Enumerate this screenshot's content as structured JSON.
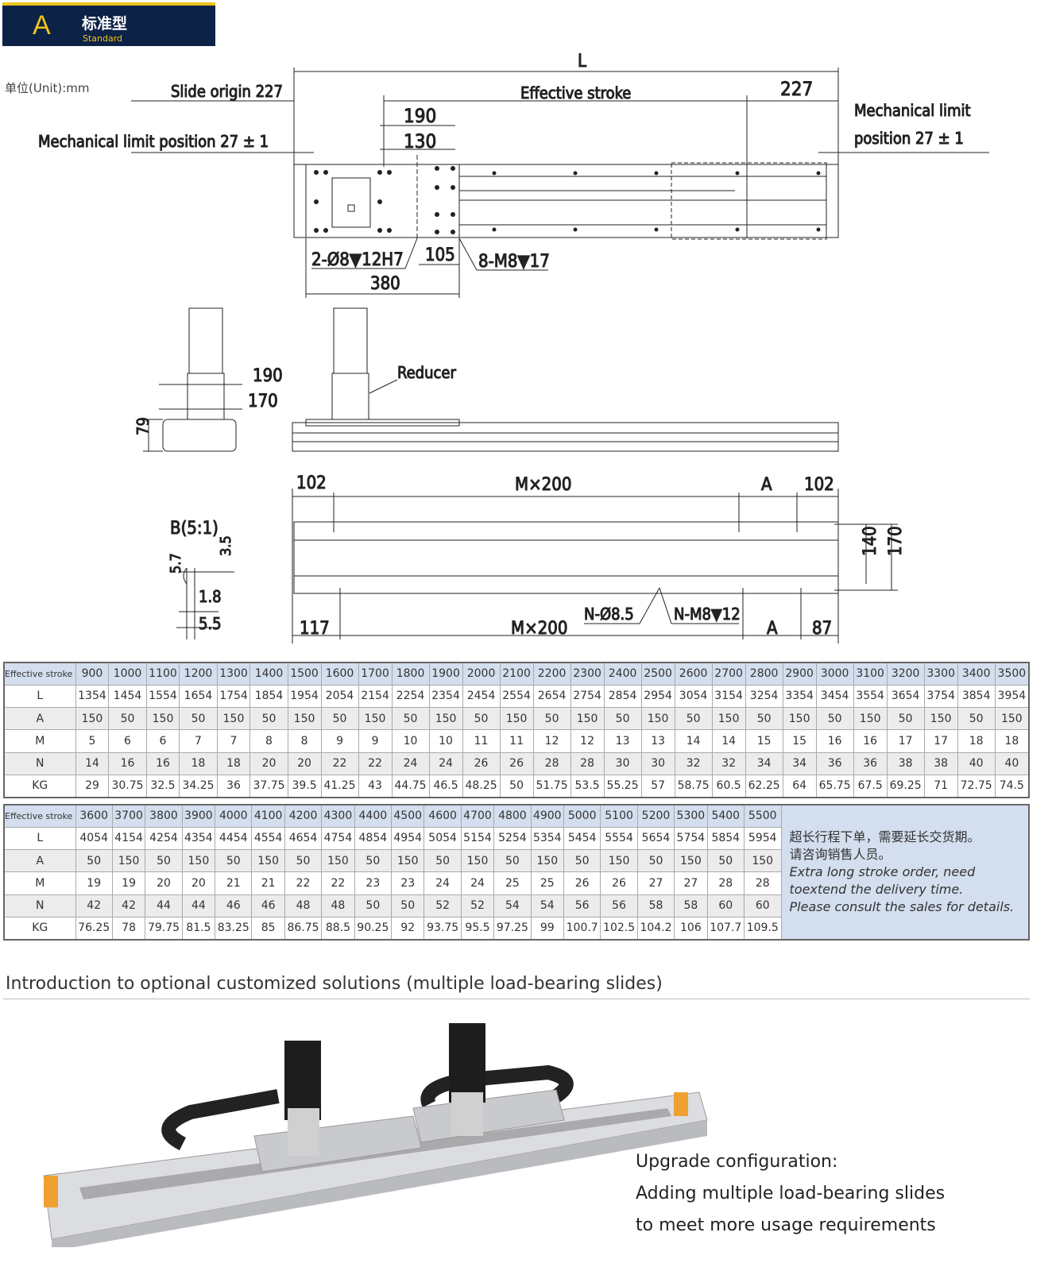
{
  "badge": {
    "letter": "A",
    "title_cn": "标准型",
    "title_en": "Standard"
  },
  "unit": "单位(Unit):mm",
  "drawing": {
    "L": "L",
    "slide_origin": "Slide origin 227",
    "effective_stroke": "Effective stroke",
    "d227": "227",
    "mech_left": "Mechanical limit position 27 ± 1",
    "mech_right_1": "Mechanical limit",
    "mech_right_2": "position 27 ± 1",
    "d190": "190",
    "d130": "130",
    "pin": "2-Ø8▼12H7",
    "d105": "105",
    "thread": "8-M8▼17",
    "d380": "380",
    "side190": "190",
    "side170": "170",
    "side79": "79",
    "reducer": "Reducer",
    "d102a": "102",
    "mx200a": "M×200",
    "A1": "A",
    "d102b": "102",
    "detail": "B(5:1)",
    "d35": "3.5",
    "d57": "5.7",
    "d18": "1.8",
    "d55": "5.5",
    "d140": "140",
    "d170": "170",
    "d117": "117",
    "mx200b": "M×200",
    "hole": "N-Ø8.5",
    "tap": "N-M8▼12",
    "A2": "A",
    "d87": "87"
  },
  "table1": {
    "rows": [
      {
        "label": "Effective stroke",
        "values": [
          "900",
          "1000",
          "1100",
          "1200",
          "1300",
          "1400",
          "1500",
          "1600",
          "1700",
          "1800",
          "1900",
          "2000",
          "2100",
          "2200",
          "2300",
          "2400",
          "2500",
          "2600",
          "2700",
          "2800",
          "2900",
          "3000",
          "3100",
          "3200",
          "3300",
          "3400",
          "3500"
        ]
      },
      {
        "label": "L",
        "values": [
          "1354",
          "1454",
          "1554",
          "1654",
          "1754",
          "1854",
          "1954",
          "2054",
          "2154",
          "2254",
          "2354",
          "2454",
          "2554",
          "2654",
          "2754",
          "2854",
          "2954",
          "3054",
          "3154",
          "3254",
          "3354",
          "3454",
          "3554",
          "3654",
          "3754",
          "3854",
          "3954"
        ]
      },
      {
        "label": "A",
        "values": [
          "150",
          "50",
          "150",
          "50",
          "150",
          "50",
          "150",
          "50",
          "150",
          "50",
          "150",
          "50",
          "150",
          "50",
          "150",
          "50",
          "150",
          "50",
          "150",
          "50",
          "150",
          "50",
          "150",
          "50",
          "150",
          "50",
          "150"
        ]
      },
      {
        "label": "M",
        "values": [
          "5",
          "6",
          "6",
          "7",
          "7",
          "8",
          "8",
          "9",
          "9",
          "10",
          "10",
          "11",
          "11",
          "12",
          "12",
          "13",
          "13",
          "14",
          "14",
          "15",
          "15",
          "16",
          "16",
          "17",
          "17",
          "18",
          "18"
        ]
      },
      {
        "label": "N",
        "values": [
          "14",
          "16",
          "16",
          "18",
          "18",
          "20",
          "20",
          "22",
          "22",
          "24",
          "24",
          "26",
          "26",
          "28",
          "28",
          "30",
          "30",
          "32",
          "32",
          "34",
          "34",
          "36",
          "36",
          "38",
          "38",
          "40",
          "40"
        ]
      },
      {
        "label": "KG",
        "values": [
          "29",
          "30.75",
          "32.5",
          "34.25",
          "36",
          "37.75",
          "39.5",
          "41.25",
          "43",
          "44.75",
          "46.5",
          "48.25",
          "50",
          "51.75",
          "53.5",
          "55.25",
          "57",
          "58.75",
          "60.5",
          "62.25",
          "64",
          "65.75",
          "67.5",
          "69.25",
          "71",
          "72.75",
          "74.5"
        ]
      }
    ]
  },
  "table2": {
    "rows": [
      {
        "label": "Effective stroke",
        "values": [
          "3600",
          "3700",
          "3800",
          "3900",
          "4000",
          "4100",
          "4200",
          "4300",
          "4400",
          "4500",
          "4600",
          "4700",
          "4800",
          "4900",
          "5000",
          "5100",
          "5200",
          "5300",
          "5400",
          "5500"
        ]
      },
      {
        "label": "L",
        "values": [
          "4054",
          "4154",
          "4254",
          "4354",
          "4454",
          "4554",
          "4654",
          "4754",
          "4854",
          "4954",
          "5054",
          "5154",
          "5254",
          "5354",
          "5454",
          "5554",
          "5654",
          "5754",
          "5854",
          "5954"
        ]
      },
      {
        "label": "A",
        "values": [
          "50",
          "150",
          "50",
          "150",
          "50",
          "150",
          "50",
          "150",
          "50",
          "150",
          "50",
          "150",
          "50",
          "150",
          "50",
          "150",
          "50",
          "150",
          "50",
          "150"
        ]
      },
      {
        "label": "M",
        "values": [
          "19",
          "19",
          "20",
          "20",
          "21",
          "21",
          "22",
          "22",
          "23",
          "23",
          "24",
          "24",
          "25",
          "25",
          "26",
          "26",
          "27",
          "27",
          "28",
          "28"
        ]
      },
      {
        "label": "N",
        "values": [
          "42",
          "42",
          "44",
          "44",
          "46",
          "46",
          "48",
          "48",
          "50",
          "50",
          "52",
          "52",
          "54",
          "54",
          "56",
          "56",
          "58",
          "58",
          "60",
          "60"
        ]
      },
      {
        "label": "KG",
        "values": [
          "76.25",
          "78",
          "79.75",
          "81.5",
          "83.25",
          "85",
          "86.75",
          "88.5",
          "90.25",
          "92",
          "93.75",
          "95.5",
          "97.25",
          "99",
          "100.7",
          "102.5",
          "104.2",
          "106",
          "107.7",
          "109.5"
        ]
      }
    ],
    "note_cn_1": "超长行程下单，需要延长交货期。",
    "note_cn_2": "请咨询销售人员。",
    "note_en_1": "Extra long stroke order, need",
    "note_en_2": "toextend the delivery time.",
    "note_en_3": "Please consult the sales for details."
  },
  "section_title": "Introduction to optional customized solutions (multiple load-bearing slides)",
  "upgrade": [
    "Upgrade configuration:",
    "Adding multiple load-bearing slides",
    "to meet more usage requirements"
  ]
}
